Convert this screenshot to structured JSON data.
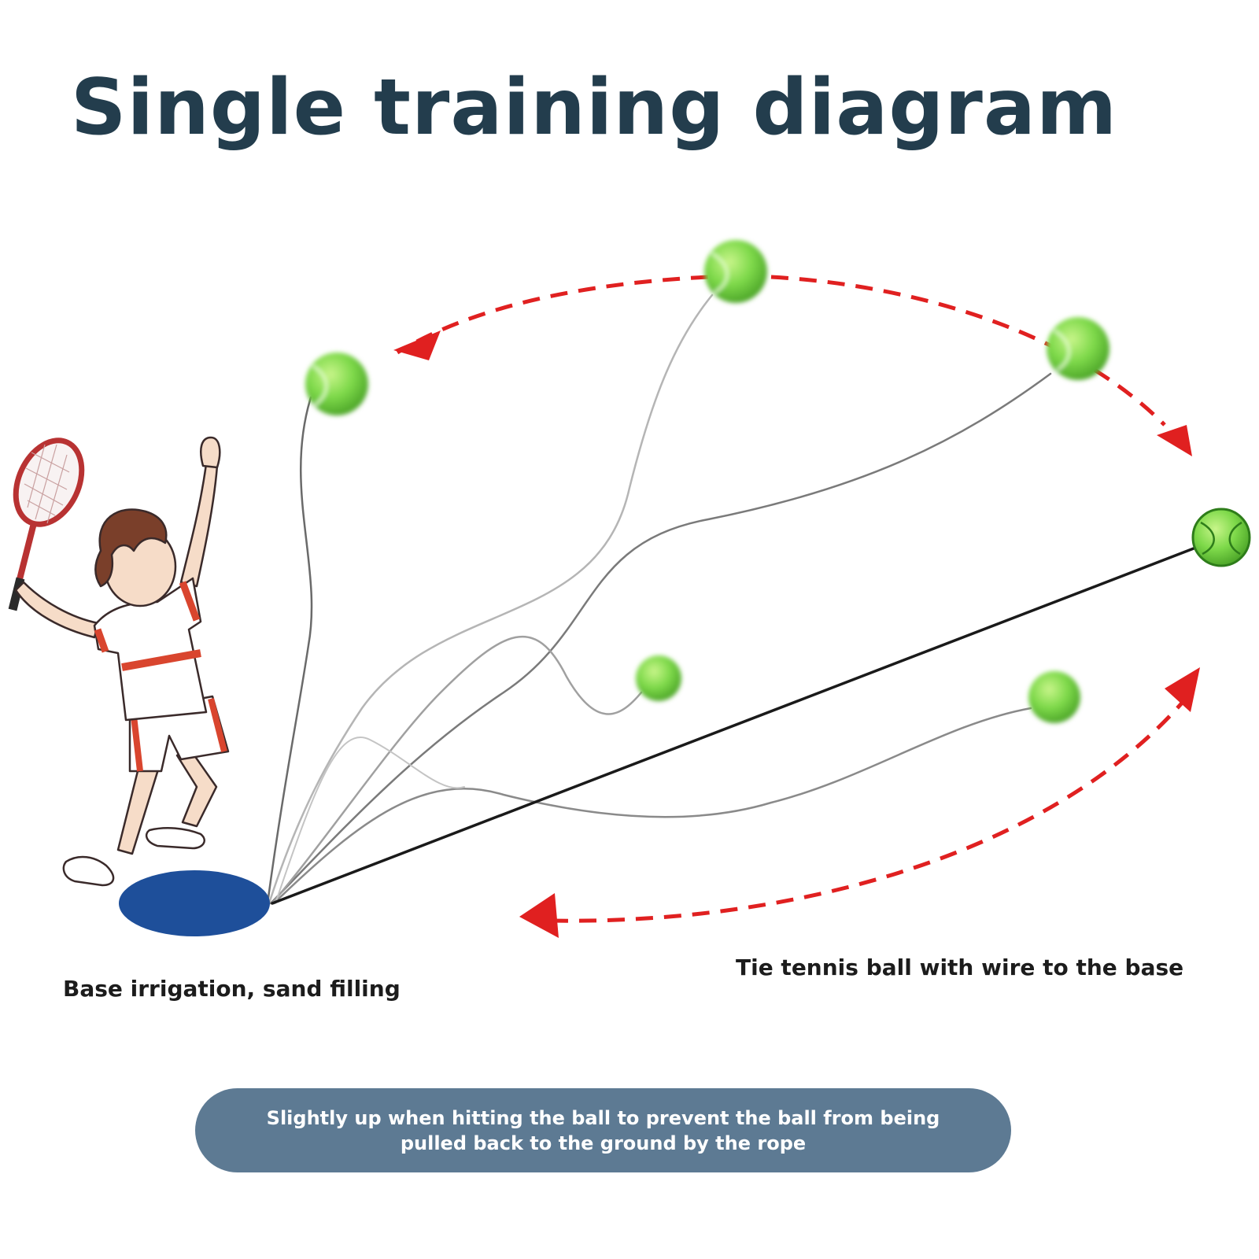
{
  "title": "Single training diagram",
  "labels": {
    "base": "Base irrigation, sand filling",
    "wire": "Tie tennis ball with wire to the base"
  },
  "note": "Slightly up when hitting the ball to prevent the ball from being pulled back to the ground by the rope",
  "colors": {
    "title": "#233d4d",
    "arrow": "#e02020",
    "ball": "#7ed94a",
    "base": "#1e4f9a",
    "note_bg": "#5d7a93",
    "wire": "#1a1a1a"
  },
  "icons": [
    "tennis-player-icon",
    "tennis-racket-icon",
    "tennis-ball-icon",
    "base-disc-icon"
  ]
}
